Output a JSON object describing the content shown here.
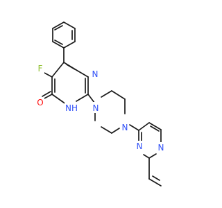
{
  "diagram": {
    "type": "chemical-structure",
    "atoms": [
      {
        "id": "n1",
        "label": "N",
        "color": "#3050F8"
      },
      {
        "id": "nh",
        "label": "NH",
        "color": "#3050F8"
      },
      {
        "id": "n_pip1",
        "label": "N",
        "color": "#3050F8"
      },
      {
        "id": "n_pip2",
        "label": "N",
        "color": "#3050F8"
      },
      {
        "id": "n_pym1",
        "label": "N",
        "color": "#3050F8"
      },
      {
        "id": "n_pym2",
        "label": "N",
        "color": "#3050F8"
      },
      {
        "id": "f",
        "label": "F",
        "color": "#90C030"
      },
      {
        "id": "o",
        "label": "O",
        "color": "#FF0D0D"
      }
    ],
    "bond_color": "#1a1a1a"
  }
}
